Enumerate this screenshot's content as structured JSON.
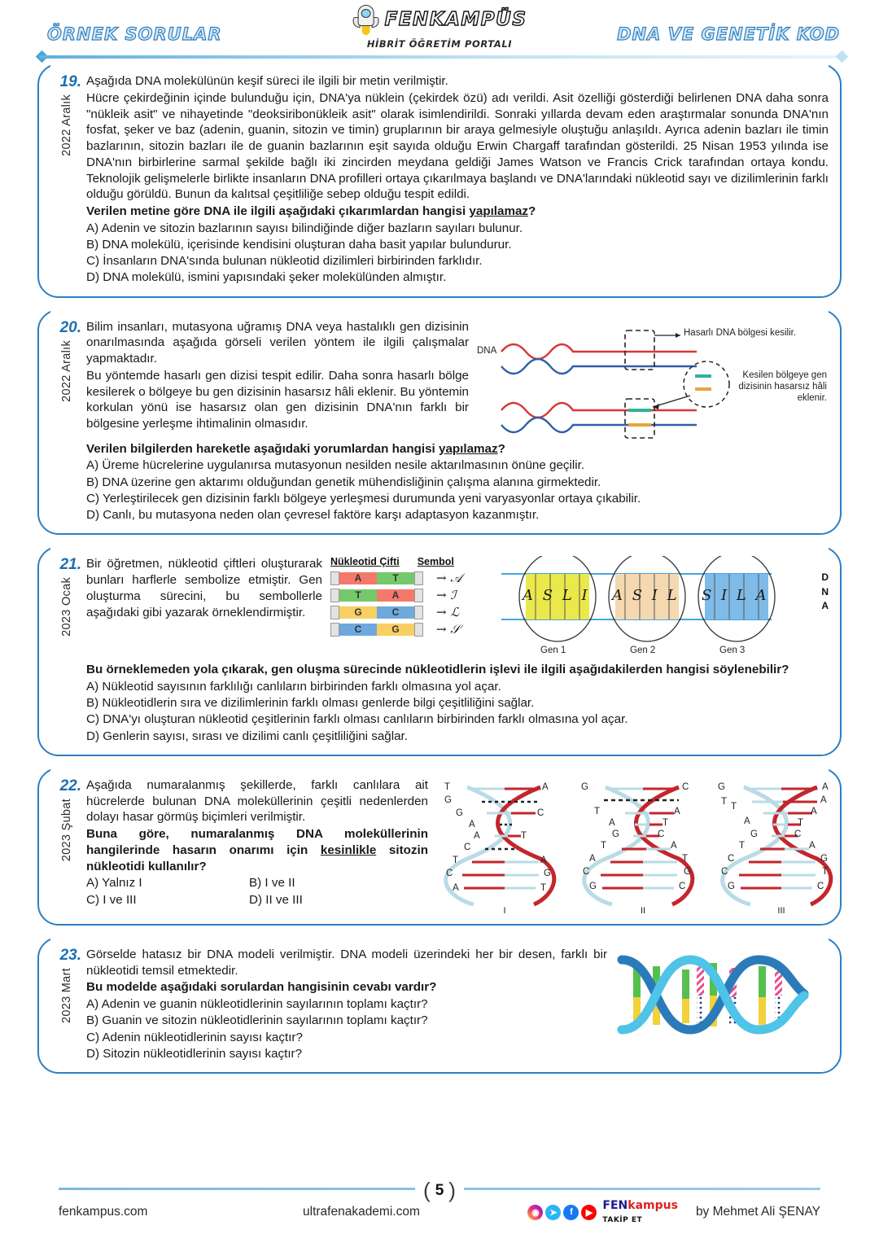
{
  "header": {
    "left_title": "ÖRNEK SORULAR",
    "right_title": "DNA VE GENETİK KOD",
    "logo_name": "FENKAMPÜS",
    "logo_subtitle": "HİBRİT ÖĞRETİM PORTALI",
    "logo_icon": "rocket-icon"
  },
  "questions": [
    {
      "number": "19.",
      "date": "2022 Aralık",
      "intro": "Aşağıda DNA molekülünün keşif süreci ile ilgili bir metin verilmiştir.",
      "passage": "Hücre çekirdeğinin içinde bulunduğu için, DNA'ya nüklein (çekirdek özü) adı verildi. Asit özelliği gösterdiği belirlenen DNA daha sonra \"nükleik asit\" ve nihayetinde \"deoksiribonükleik asit\" olarak isimlendirildi. Sonraki yıllarda devam eden araştırmalar sonunda DNA'nın fosfat, şeker ve baz (adenin, guanin, sitozin ve timin) gruplarının bir araya gelmesiyle oluştuğu anlaşıldı. Ayrıca adenin bazları ile timin bazlarının, sitozin bazları ile de guanin bazlarının eşit sayıda olduğu Erwin Chargaff tarafından gösterildi. 25 Nisan 1953 yılında ise DNA'nın birbirlerine sarmal şekilde bağlı iki zincirden meydana geldiği James Watson ve Francis Crick tarafından ortaya kondu. Teknolojik gelişmelerle birlikte insanların DNA profilleri ortaya çıkarılmaya başlandı ve DNA'larındaki nükleotid sayı ve dizilimlerinin farklı olduğu görüldü. Bunun da kalıtsal çeşitliliğe sebep olduğu tespit edildi.",
      "stem_prefix": "Verilen metine göre DNA ile ilgili aşağıdaki çıkarımlardan hangisi ",
      "stem_underline": "yapılamaz",
      "stem_suffix": "?",
      "options": [
        "A) Adenin ve sitozin bazlarının sayısı bilindiğinde diğer bazların sayıları bulunur.",
        "B) DNA molekülü, içerisinde kendisini oluşturan daha basit yapılar bulundurur.",
        "C) İnsanların DNA'sında bulunan nükleotid dizilimleri birbirinden farklıdır.",
        "D) DNA molekülü, ismini yapısındaki şeker molekülünden almıştır."
      ]
    },
    {
      "number": "20.",
      "date": "2022 Aralık",
      "para1": "Bilim insanları, mutasyona uğramış DNA veya hastalıklı gen dizisinin onarılmasında aşağıda görseli verilen yöntem ile ilgili çalışmalar yapmaktadır.",
      "para2": "Bu yöntemde hasarlı gen dizisi tespit edilir. Daha sonra hasarlı bölge kesilerek o bölgeye bu gen dizisinin hasarsız hâli eklenir. Bu yöntemin korkulan yönü ise hasarsız olan gen dizisinin DNA'nın farklı bir bölgesine yerleşme ihtimalinin olmasıdır.",
      "figure": {
        "dna_label": "DNA",
        "note_top": "Hasarlı DNA bölgesi kesilir.",
        "note_bottom": "Kesilen bölgeye gen dizisinin hasarsız hâli eklenir.",
        "colors": {
          "strand_red": "#d93636",
          "strand_blue": "#2f5fa8",
          "insert_green": "#2eb39a",
          "insert_orange": "#e8a33d"
        }
      },
      "stem_prefix": "Verilen bilgilerden hareketle aşağıdaki yorumlardan hangisi ",
      "stem_underline": "yapılamaz",
      "stem_suffix": "?",
      "options": [
        "A) Üreme hücrelerine uygulanırsa mutasyonun nesilden nesile aktarılmasının önüne geçilir.",
        "B) DNA üzerine gen aktarımı olduğundan genetik mühendisliğinin çalışma alanına girmektedir.",
        "C) Yerleştirilecek gen dizisinin farklı bölgeye yerleşmesi durumunda yeni varyasyonlar ortaya çıkabilir.",
        "D) Canlı, bu mutasyona neden olan çevresel faktöre karşı adaptasyon kazanmıştır."
      ]
    },
    {
      "number": "21.",
      "date": "2023 Ocak",
      "para1": "Bir öğretmen, nükleotid çiftleri oluşturarak bunları harflerle sembolize etmiştir. Gen oluşturma sürecini, bu sembollerle aşağıdaki gibi yazarak örneklendirmiştir.",
      "table": {
        "col1": "Nükleotid Çifti",
        "col2": "Sembol",
        "rows": [
          {
            "left": "A",
            "right": "T",
            "symbol": "→ 𝒜"
          },
          {
            "left": "T",
            "right": "A",
            "symbol": "→ ℐ"
          },
          {
            "left": "G",
            "right": "C",
            "symbol": "→ ℒ"
          },
          {
            "left": "C",
            "right": "G",
            "symbol": "→ 𝒮"
          }
        ]
      },
      "genes": [
        {
          "text": "A S L I",
          "caption": "Gen 1",
          "color": "#eae84a"
        },
        {
          "text": "A S I L",
          "caption": "Gen 2",
          "color": "#f5d8b0"
        },
        {
          "text": "S I L A",
          "caption": "Gen 3",
          "color": "#7fbbe8"
        }
      ],
      "dna_vertical": "DNA",
      "stem": "Bu örneklemeden yola çıkarak, gen oluşma sürecinde nükleotidlerin işlevi ile ilgili aşağıdakilerden hangisi söylenebilir?",
      "options": [
        "A) Nükleotid sayısının farklılığı canlıların birbirinden farklı olmasına yol açar.",
        "B) Nükleotidlerin sıra ve dizilimlerinin farklı olması genlerde bilgi çeşitliliğini sağlar.",
        "C) DNA'yı oluşturan nükleotid çeşitlerinin farklı olması canlıların birbirinden farklı olmasına yol açar.",
        "D) Genlerin sayısı, sırası ve dizilimi canlı çeşitliliğini sağlar."
      ]
    },
    {
      "number": "22.",
      "date": "2023 Şubat",
      "para1": "Aşağıda numaralanmış şekillerde, farklı canlılara ait hücrelerde bulunan DNA moleküllerinin çeşitli nedenlerden dolayı hasar görmüş biçimleri verilmiştir.",
      "stem_a": "Buna göre, numaralanmış DNA moleküllerinin hangilerinde hasarın onarımı için ",
      "stem_u": "kesinlikle",
      "stem_b": " sitozin nükleotidi kullanılır?",
      "options2col": [
        [
          "A) Yalnız I",
          "B) I ve II"
        ],
        [
          "C) I ve III",
          "D) II ve III"
        ]
      ],
      "helices": [
        {
          "label": "I",
          "left": [
            "T",
            "G",
            "G",
            "A",
            "A",
            "C",
            "T",
            "C",
            "A"
          ],
          "right": [
            "A",
            "",
            "C",
            "",
            "T",
            "",
            "A",
            "G",
            "T"
          ],
          "broken": [
            1,
            3,
            5
          ]
        },
        {
          "label": "II",
          "left": [
            "G",
            "T",
            "A",
            "G",
            "T",
            "A",
            "C",
            "G"
          ],
          "right": [
            "C",
            "A",
            "T",
            "C",
            "A",
            "T",
            "G",
            "C"
          ],
          "broken": [
            0
          ]
        },
        {
          "label": "III",
          "left": [
            "G",
            "T",
            "T",
            "A",
            "G",
            "T",
            "C",
            "C",
            "G"
          ],
          "right": [
            "A",
            "A",
            "A",
            "T",
            "C",
            "A",
            "G",
            "T",
            "C"
          ],
          "broken": []
        }
      ]
    },
    {
      "number": "23.",
      "date": "2023 Mart",
      "para1": "Görselde hatasız bir DNA modeli verilmiştir. DNA modeli üzerindeki her bir desen, farklı bir nükleotidi temsil etmektedir.",
      "stem": "Bu modelde aşağıdaki sorulardan hangisinin cevabı vardır?",
      "options": [
        "A) Adenin ve guanin nükleotidlerinin sayılarının toplamı kaçtır?",
        "B) Guanin ve sitozin nükleotidlerinin sayılarının toplamı kaçtır?",
        "C) Adenin nükleotidlerinin sayısı kaçtır?",
        "D) Sitozin nükleotidlerinin sayısı kaçtır?"
      ],
      "figure_colors": {
        "backbone_dark": "#2b7bba",
        "backbone_light": "#4fc3e8",
        "rung_green": "#56c04f",
        "rung_yellow": "#f2d13b",
        "rung_pink": "#e84f8a",
        "rung_navy": "#1f3f7a"
      }
    }
  ],
  "footer": {
    "site_left": "fenkampus.com",
    "site_mid": "ultrafenakademi.com",
    "page_number": "5",
    "paren_left": "(",
    "paren_right": ")",
    "brand_fen": "FEN",
    "brand_kampus": "kampus",
    "brand_sub": "TAKİP ET",
    "author": "by Mehmet Ali ŞENAY",
    "socials": [
      "instagram-icon",
      "telegram-icon",
      "facebook-icon",
      "youtube-icon"
    ]
  }
}
